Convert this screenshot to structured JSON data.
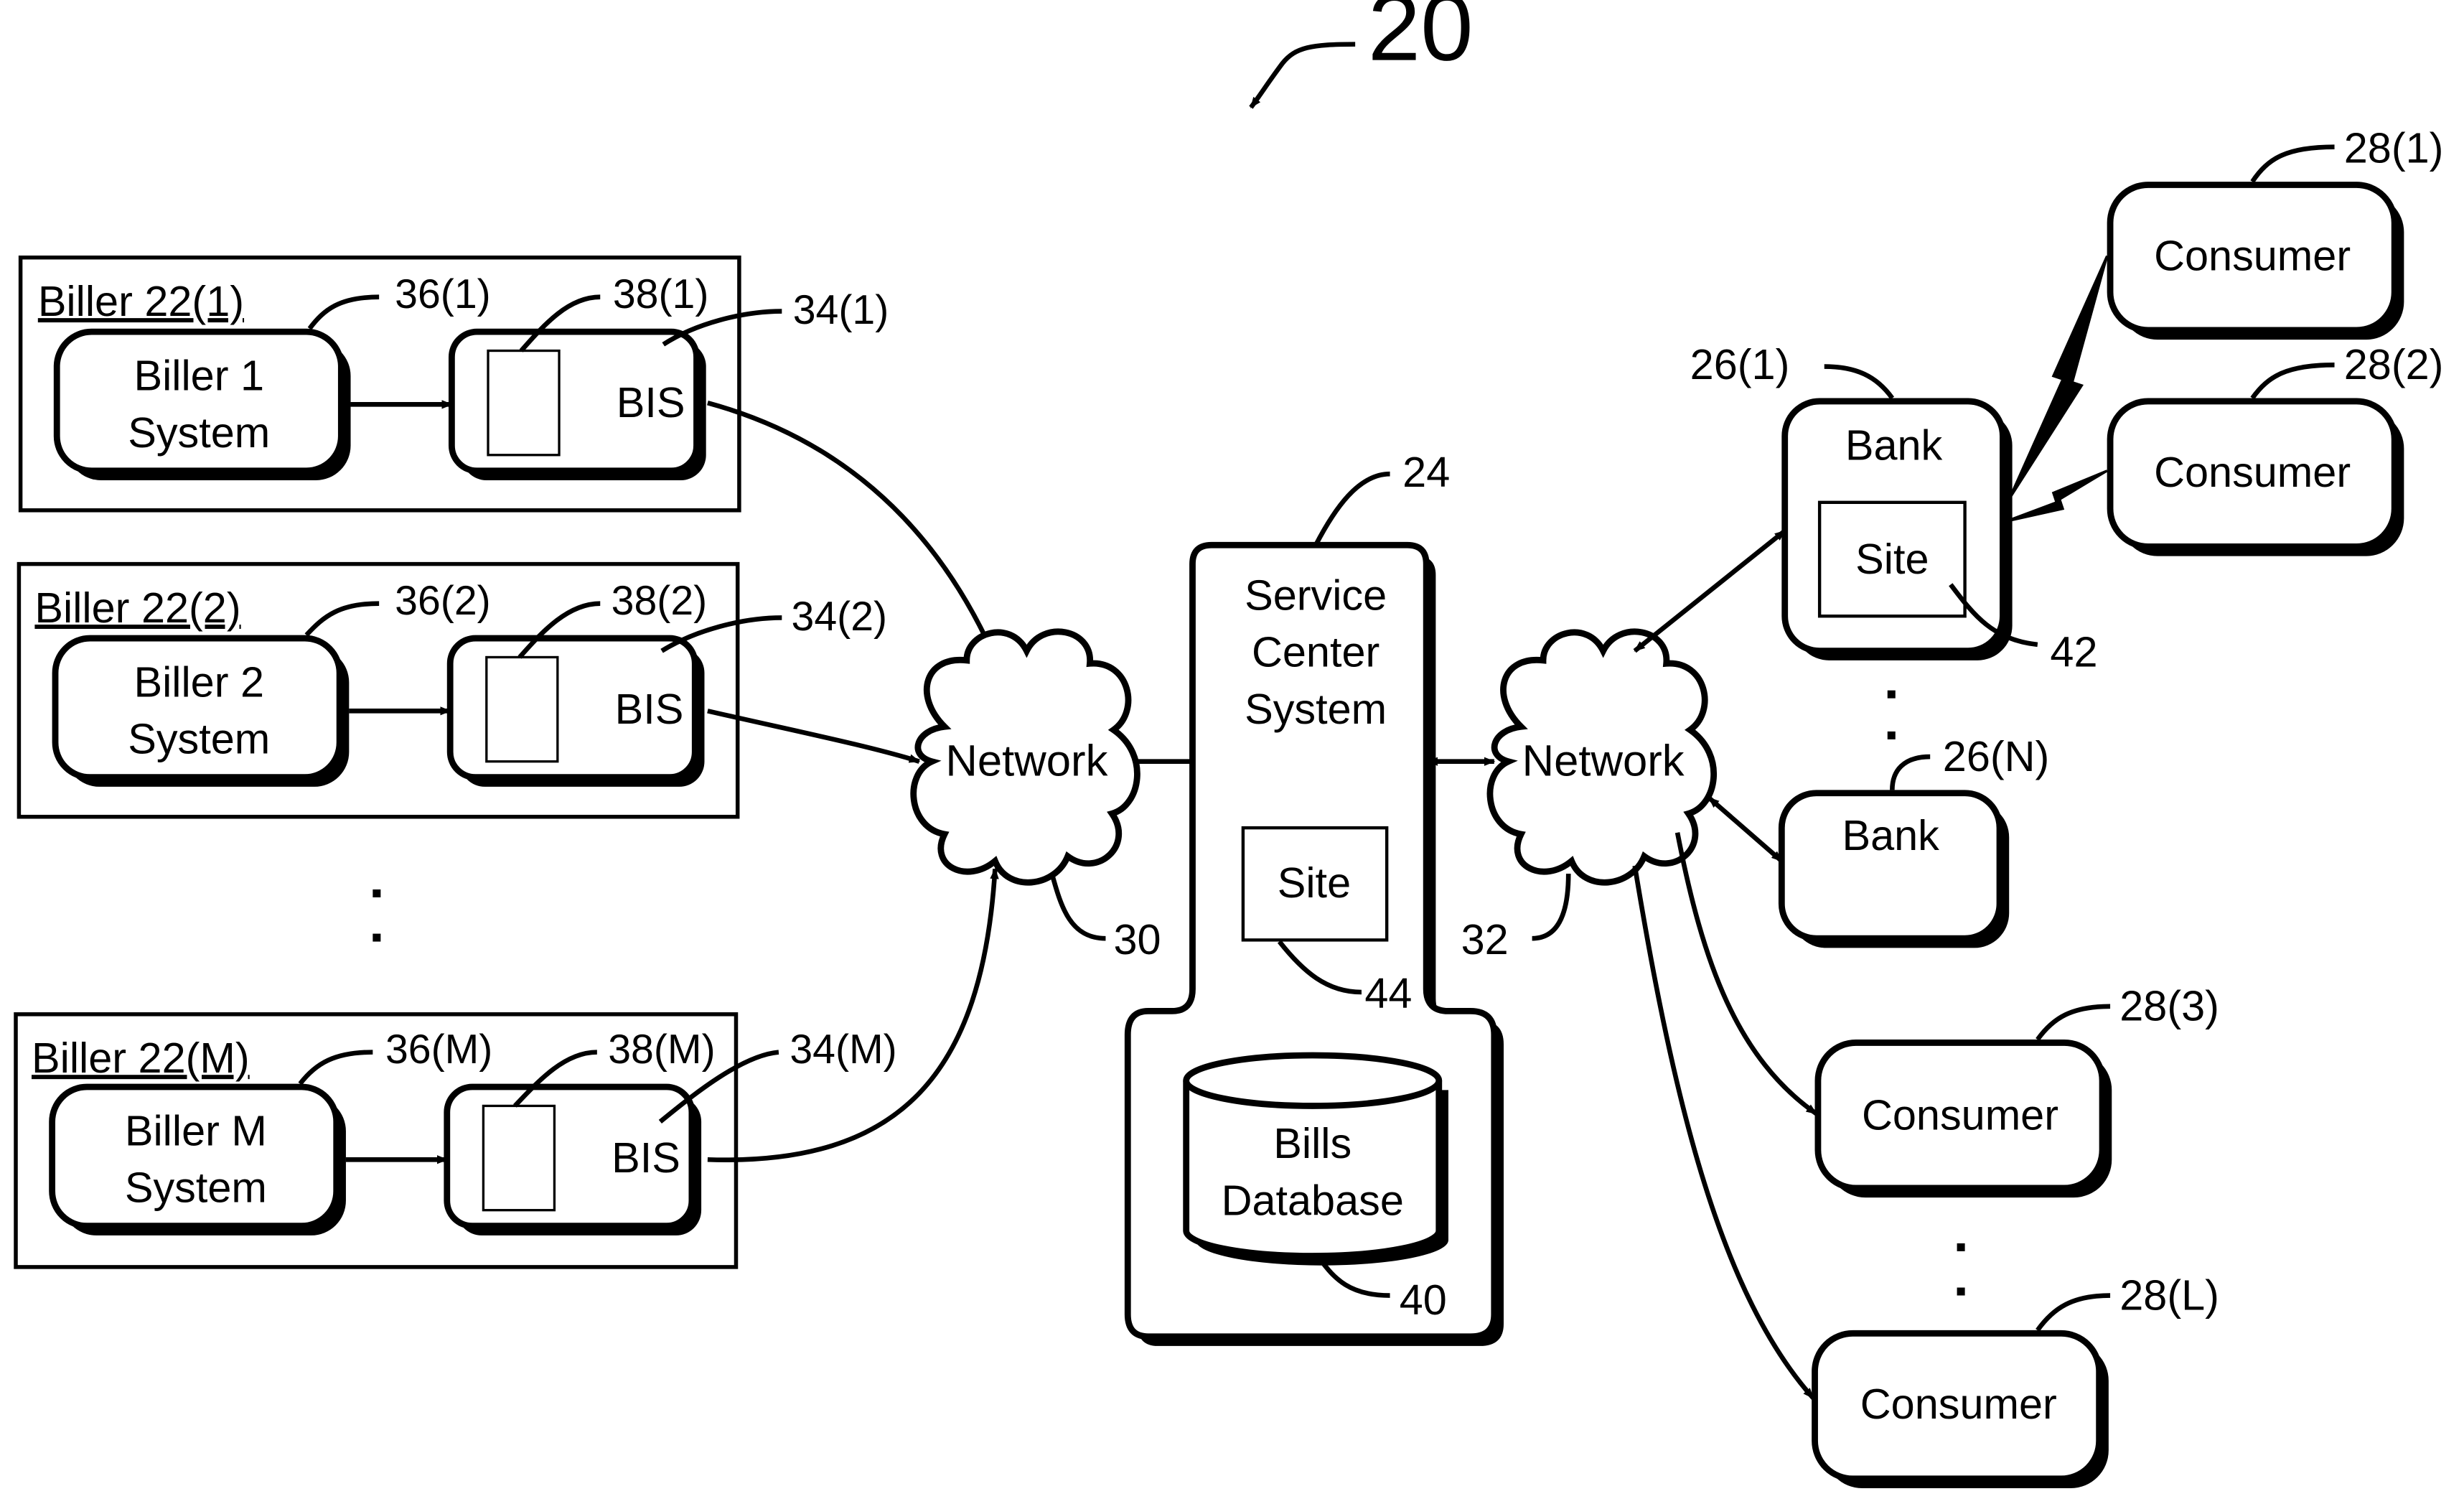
{
  "figure": {
    "ref": "20"
  },
  "billers": [
    {
      "group": "Biller 22(1)",
      "system": [
        "Biller 1",
        "System"
      ],
      "ref_system": "36(1)",
      "ref_inner": "38(1)",
      "ref_bis": "34(1)",
      "bis": "BIS"
    },
    {
      "group": "Biller 22(2)",
      "system": [
        "Biller 2",
        "System"
      ],
      "ref_system": "36(2)",
      "ref_inner": "38(2)",
      "ref_bis": "34(2)",
      "bis": "BIS"
    },
    {
      "group": "Biller 22(M)",
      "system": [
        "Biller M",
        "System"
      ],
      "ref_system": "36(M)",
      "ref_inner": "38(M)",
      "ref_bis": "34(M)",
      "bis": "BIS"
    }
  ],
  "network_left": {
    "label": "Network",
    "ref": "30"
  },
  "network_right": {
    "label": "Network",
    "ref": "32"
  },
  "service_center": {
    "label": [
      "Service",
      "Center",
      "System"
    ],
    "ref": "24",
    "site": "Site",
    "site_ref": "44",
    "db": [
      "Bills",
      "Database"
    ],
    "db_ref": "40"
  },
  "banks": [
    {
      "label": "Bank",
      "ref": "26(1)",
      "site": "Site",
      "site_ref": "42"
    },
    {
      "label": "Bank",
      "ref": "26(N)"
    }
  ],
  "consumers": [
    {
      "label": "Consumer",
      "ref": "28(1)"
    },
    {
      "label": "Consumer",
      "ref": "28(2)"
    },
    {
      "label": "Consumer",
      "ref": "28(3)"
    },
    {
      "label": "Consumer",
      "ref": "28(L)"
    }
  ]
}
